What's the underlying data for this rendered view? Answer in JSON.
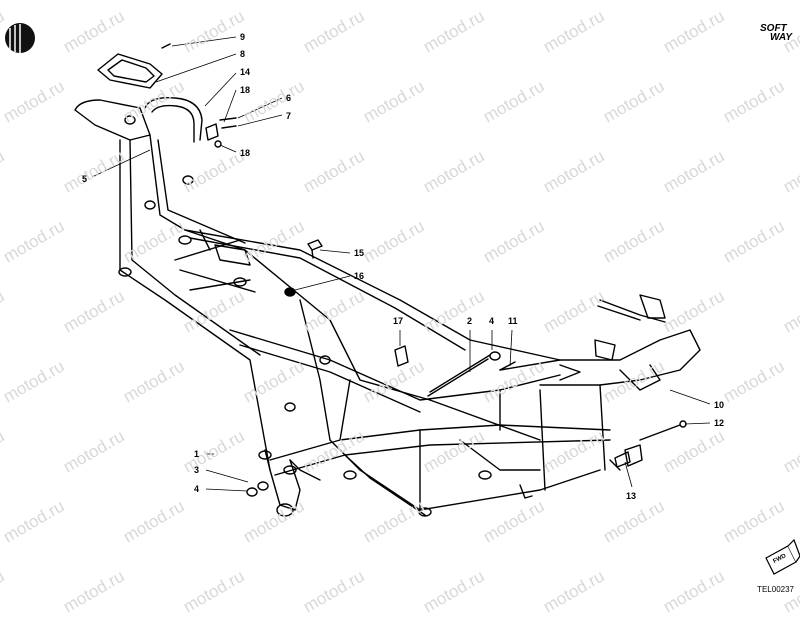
{
  "watermark": "motod.ru",
  "brand": {
    "line1": "SOFT",
    "line2": "WAY"
  },
  "fwd_label": "FWD",
  "drawing_code": "TEL00237",
  "callouts": [
    {
      "id": "c1",
      "label": "1"
    },
    {
      "id": "c2",
      "label": "2"
    },
    {
      "id": "c3",
      "label": "3"
    },
    {
      "id": "c4a",
      "label": "4"
    },
    {
      "id": "c4b",
      "label": "4"
    },
    {
      "id": "c5",
      "label": "5"
    },
    {
      "id": "c6",
      "label": "6"
    },
    {
      "id": "c7",
      "label": "7"
    },
    {
      "id": "c8",
      "label": "8"
    },
    {
      "id": "c9",
      "label": "9"
    },
    {
      "id": "c10",
      "label": "10"
    },
    {
      "id": "c11",
      "label": "11"
    },
    {
      "id": "c12",
      "label": "12"
    },
    {
      "id": "c13",
      "label": "13"
    },
    {
      "id": "c14",
      "label": "14"
    },
    {
      "id": "c15",
      "label": "15"
    },
    {
      "id": "c16",
      "label": "16"
    },
    {
      "id": "c17",
      "label": "17"
    },
    {
      "id": "c18a",
      "label": "18"
    },
    {
      "id": "c18b",
      "label": "18"
    }
  ]
}
